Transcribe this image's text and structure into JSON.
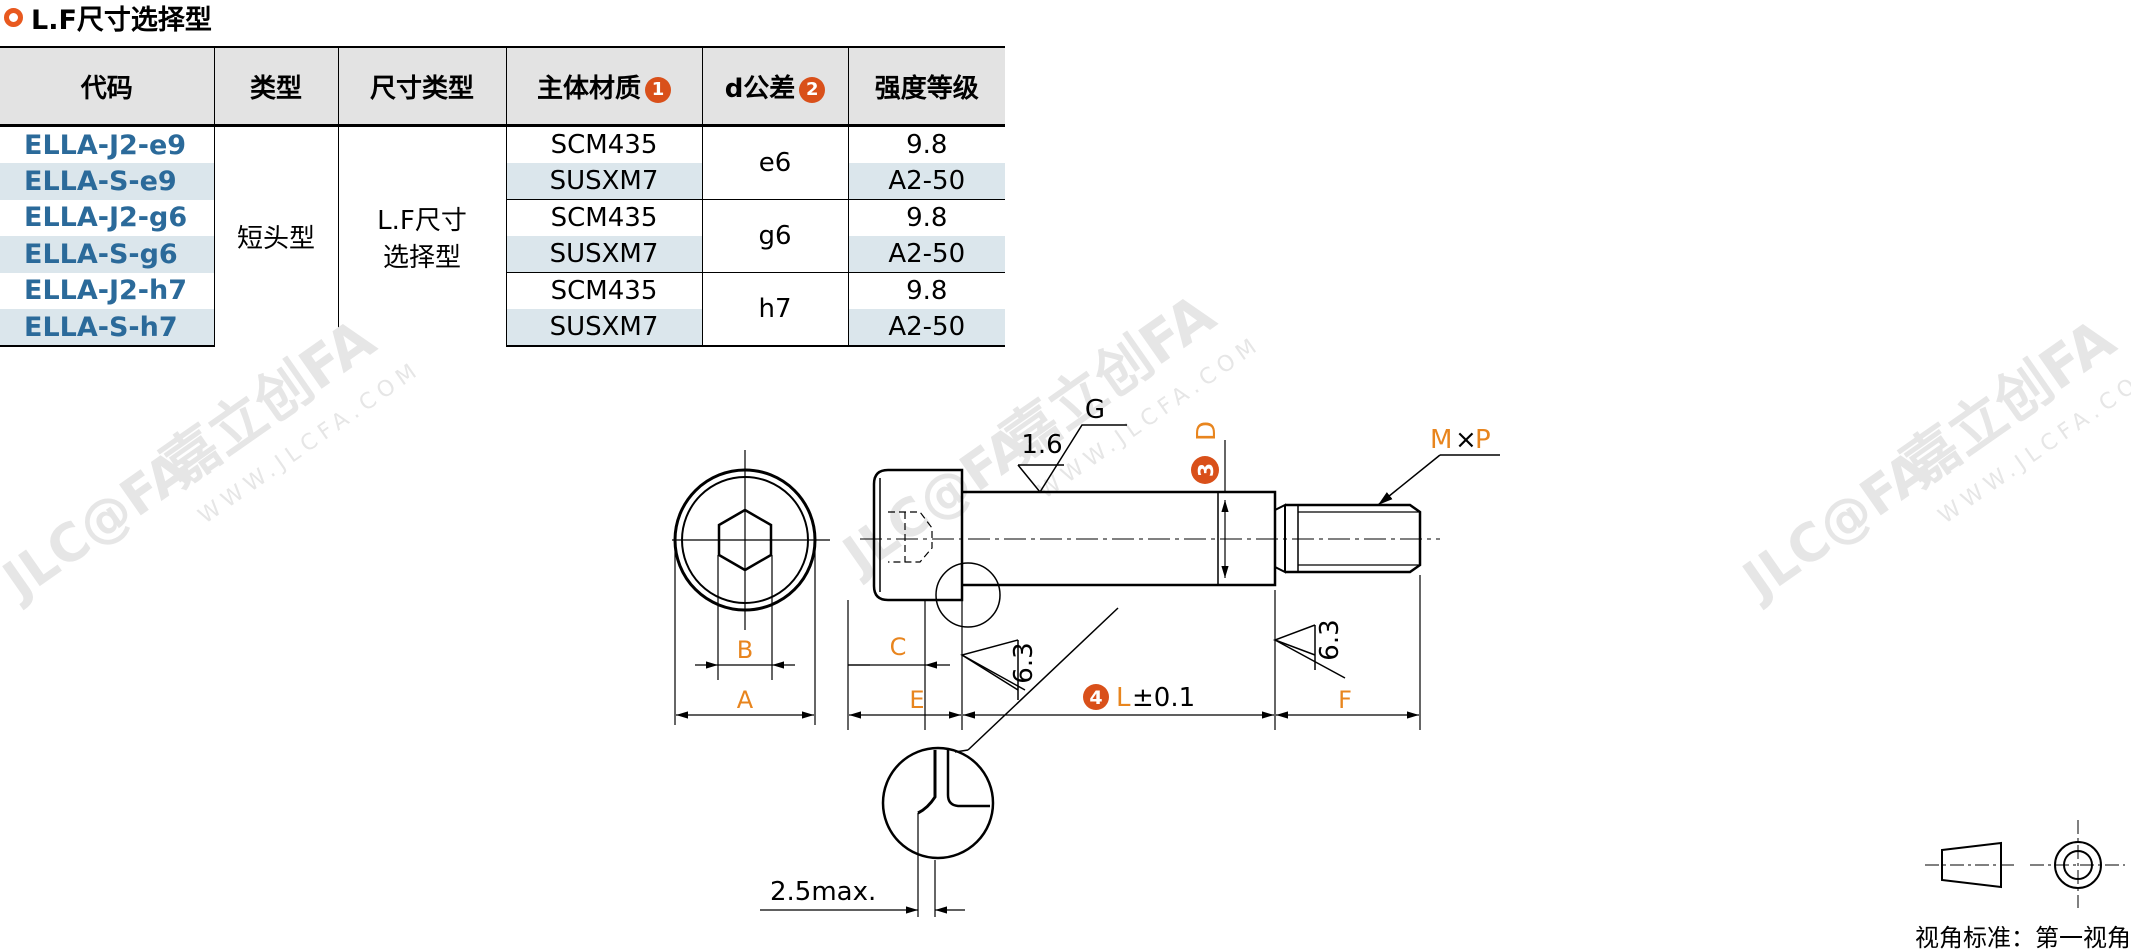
{
  "section": {
    "title": "L.F尺寸选择型"
  },
  "table": {
    "headers": {
      "code": "代码",
      "type": "类型",
      "size_type": "尺寸类型",
      "material": "主体材质",
      "material_badge": "1",
      "tolerance": "d公差",
      "tolerance_badge": "2",
      "strength": "强度等级"
    },
    "type_value": "短头型",
    "size_type_line1": "L.F尺寸",
    "size_type_line2": "选择型",
    "rows": [
      {
        "code": "ELLA-J2-e9",
        "material": "SCM435",
        "strength": "9.8"
      },
      {
        "code": "ELLA-S-e9",
        "material": "SUSXM7",
        "strength": "A2-50"
      },
      {
        "code": "ELLA-J2-g6",
        "material": "SCM435",
        "strength": "9.8"
      },
      {
        "code": "ELLA-S-g6",
        "material": "SUSXM7",
        "strength": "A2-50"
      },
      {
        "code": "ELLA-J2-h7",
        "material": "SCM435",
        "strength": "9.8"
      },
      {
        "code": "ELLA-S-h7",
        "material": "SUSXM7",
        "strength": "A2-50"
      }
    ],
    "tolerances": [
      "e6",
      "g6",
      "h7"
    ]
  },
  "drawing": {
    "label_g": "G",
    "label_roughness_top": "1.6",
    "label_d_badge": "3",
    "label_d": "D",
    "label_m": "M",
    "label_times": "×",
    "label_p": "P",
    "label_b": "B",
    "label_a": "A",
    "label_c": "C",
    "label_e": "E",
    "label_roughness_left": "6.3",
    "label_l_badge": "4",
    "label_l": "L",
    "label_l_tol": "±0.1",
    "label_roughness_right": "6.3",
    "label_f": "F",
    "label_max": "2.5max.",
    "projection_note": "视角标准：第一视角"
  },
  "watermark": {
    "brand_latin": "JLC@FA",
    "brand_cn": "嘉立创FA",
    "url": "WWW.JLCFA.COM"
  },
  "colors": {
    "accent": "#e8591f",
    "code_blue": "#2b6a9a",
    "header_bg": "#e3e3e3",
    "row_shade": "#dbe6ec",
    "dimension_orange": "#e8851e",
    "watermark": "#e6e6e6"
  }
}
